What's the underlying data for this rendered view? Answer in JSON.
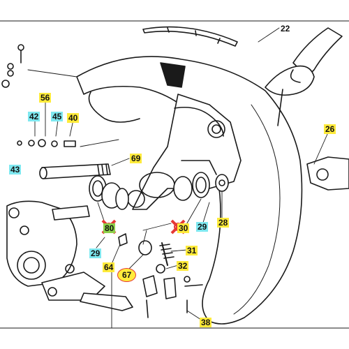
{
  "diagram": {
    "callouts": [
      {
        "id": "c22",
        "text": "22",
        "style": "yellow"
      },
      {
        "id": "c56",
        "text": "56",
        "style": "yellow"
      },
      {
        "id": "c42",
        "text": "42",
        "style": "cyan"
      },
      {
        "id": "c45",
        "text": "45",
        "style": "cyan"
      },
      {
        "id": "c40",
        "text": "40",
        "style": "yellow"
      },
      {
        "id": "c43",
        "text": "43",
        "style": "cyan"
      },
      {
        "id": "c69",
        "text": "69",
        "style": "yellow"
      },
      {
        "id": "c26",
        "text": "26",
        "style": "yellow"
      },
      {
        "id": "c80",
        "text": "80",
        "style": "green"
      },
      {
        "id": "c30",
        "text": "30",
        "style": "yellow"
      },
      {
        "id": "c29a",
        "text": "29",
        "style": "cyan"
      },
      {
        "id": "c29b",
        "text": "29",
        "style": "cyan"
      },
      {
        "id": "c28",
        "text": "28",
        "style": "yellow"
      },
      {
        "id": "c31",
        "text": "31",
        "style": "yellow"
      },
      {
        "id": "c64",
        "text": "64",
        "style": "yellow"
      },
      {
        "id": "c67",
        "text": "67",
        "style": "yellow-circled"
      },
      {
        "id": "c32",
        "text": "32",
        "style": "yellow"
      },
      {
        "id": "c38",
        "text": "38",
        "style": "yellow"
      }
    ],
    "colors": {
      "line": "#1a1a1a",
      "yellow": "#ffeb3b",
      "cyan": "#7fe8f0",
      "green": "#8ed04a",
      "highlight": "#e53935"
    }
  }
}
